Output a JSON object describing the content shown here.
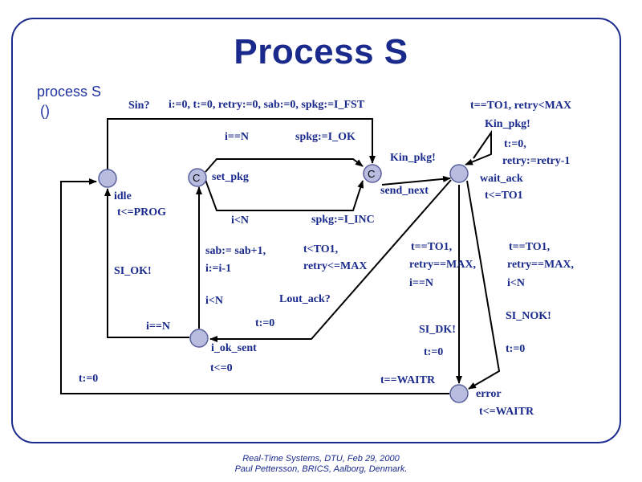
{
  "slide": {
    "title": "Process S",
    "process_name": "process S",
    "process_params": "()"
  },
  "locations": {
    "idle": {
      "name": "idle",
      "invariant": "t<=PROG"
    },
    "set_pkg": {
      "name": "set_pkg",
      "committed_mark": "C"
    },
    "send_next": {
      "name": "send_next",
      "committed_mark": "C"
    },
    "wait_ack": {
      "name": "wait_ack",
      "invariant": "t<=TO1"
    },
    "i_ok_sent": {
      "name": "i_ok_sent",
      "invariant": "t<=0"
    },
    "error": {
      "name": "error",
      "invariant": "t<=WAITR"
    }
  },
  "edges": {
    "idle_to_send": {
      "sync": "Sin?",
      "update": "i:=0, t:=0, retry:=0, sab:=0, spkg:=I_FST"
    },
    "set_to_send_top": {
      "guard": "i==N",
      "update": "spkg:=I_OK"
    },
    "set_to_send_bottom": {
      "guard": "i<N",
      "update": "spkg:=I_INC"
    },
    "send_to_wait": {
      "sync": "Kin_pkg!"
    },
    "wait_self": {
      "guard": "t==TO1, retry<MAX",
      "sync": "Kin_pkg!",
      "update_1": "t:=0,",
      "update_2": "retry:=retry-1"
    },
    "wait_to_set": {
      "update_1": "sab:= sab+1,",
      "update_2": "i:=i-1",
      "guard_1": "t<TO1,",
      "guard_2": "retry<=MAX",
      "sync": "Lout_ack?",
      "guard_3": "i<N",
      "update_3": "t:=0"
    },
    "wait_to_error_1": {
      "guard_1": "t==TO1,",
      "guard_2": "retry==MAX,",
      "guard_3": "i==N",
      "sync": "SI_DK!",
      "update": "t:=0"
    },
    "wait_to_error_2": {
      "guard_1": "t==TO1,",
      "guard_2": "retry==MAX,",
      "guard_3": "i<N",
      "sync": "SI_NOK!",
      "update": "t:=0"
    },
    "iok_to_idle": {
      "sync": "SI_OK!",
      "guard": "i==N"
    },
    "error_to_idle": {
      "update": "t:=0",
      "guard": "t==WAITR"
    }
  },
  "footer": {
    "line1": "Real-Time Systems, DTU, Feb 29, 2000",
    "line2": "Paul Pettersson, BRICS, Aalborg, Denmark."
  },
  "colors": {
    "frame": "#1a2a8c",
    "text": "#1a2a8c",
    "node_fill": "#b8bde0",
    "edge": "#000000"
  }
}
